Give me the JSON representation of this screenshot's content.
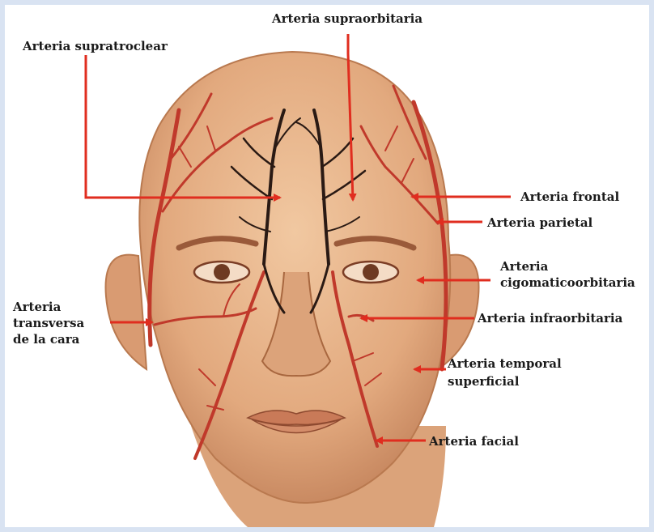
{
  "colors": {
    "background": "#d9e3f2",
    "canvas": "#ffffff",
    "skin": "#e9b98f",
    "skin_shadow": "#c98a62",
    "artery": "#c0392b",
    "vein_dark": "#2a1a14",
    "arrow": "#e02d1f"
  },
  "labels": {
    "supraorbitaria": "Arteria supraorbitaria",
    "supratroclear": "Arteria supratroclear",
    "frontal": "Arteria frontal",
    "parietal": "Arteria parietal",
    "cigomatico_1": "Arteria",
    "cigomatico_2": "cigomaticoorbitaria",
    "infraorbitaria": "Arteria infraorbitaria",
    "transversa_1": "Arteria",
    "transversa_2": "transversa",
    "transversa_3": "de la cara",
    "temporal_1": "Arteria temporal",
    "temporal_2": "superficial",
    "facial": "Arteria facial"
  }
}
